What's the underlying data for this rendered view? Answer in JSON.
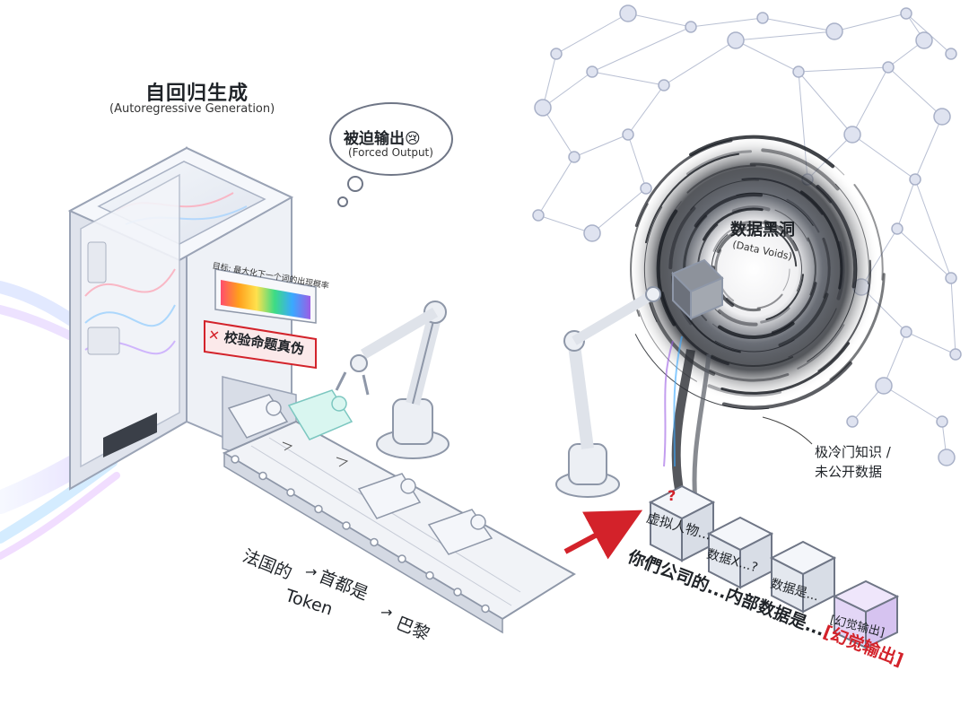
{
  "header": {
    "title": "自回归生成",
    "subtitle": "(Autoregressive Generation)"
  },
  "bubble": {
    "title": "被迫输出",
    "emoji": "😢",
    "subtitle": "(Forced Output)"
  },
  "machine": {
    "goal_label": "目标: 最大化下一个词的出现概率",
    "verify_label": "校验命题真伪",
    "verify_mark": "✕"
  },
  "void": {
    "title": "数据黑洞",
    "subtitle": "(Data Voids)",
    "note_line1": "极冷门知识 /",
    "note_line2": "未公开数据"
  },
  "tokens": {
    "t1": "法国的",
    "t2": "首都是",
    "t3": "巴黎",
    "token_label": "Token",
    "arrow": "→"
  },
  "output_blocks": {
    "b1_mark": "?",
    "b1": "虚拟人物...",
    "b2": "数据X...?",
    "b3": "数据是...",
    "b4": "[幻觉输出]"
  },
  "bottom": {
    "sentence": "你們公司的...内部数据是...",
    "hallucination": "[幻觉输出]"
  },
  "colors": {
    "accent_red": "#d3222a",
    "machine_body": "#e9ecf2",
    "void_dark": "#1b1e24",
    "network_node": "#cfd5e6"
  }
}
